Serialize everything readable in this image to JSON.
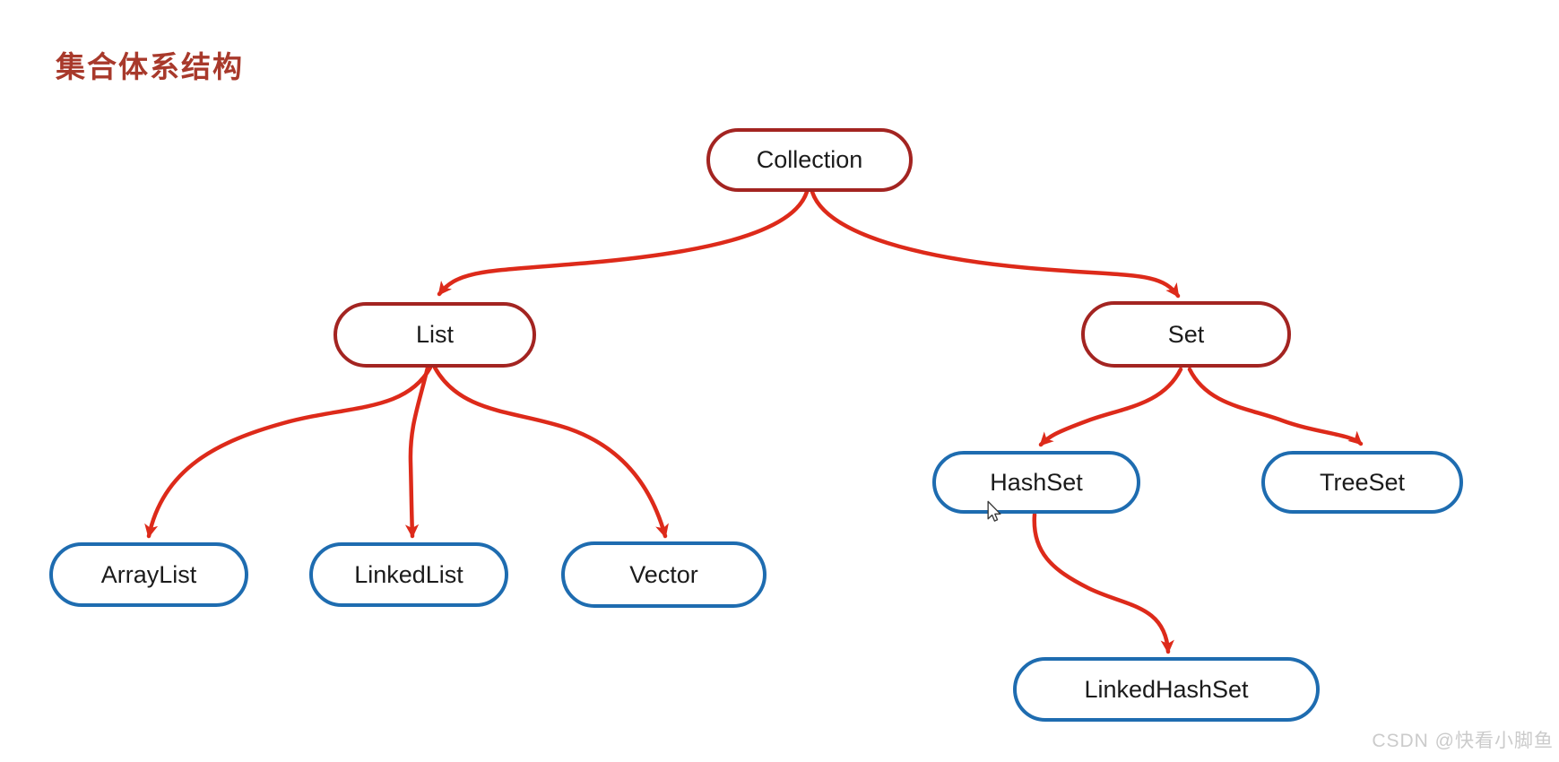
{
  "page": {
    "title_text": "集合体系结构",
    "watermark": "CSDN @快看小脚鱼",
    "background": "#ffffff"
  },
  "colors": {
    "title": "#a8392b",
    "parent_node_border": "#a32421",
    "child_node_border": "#1e6cb0",
    "arrow": "#dd2a1a",
    "node_text": "#1b1b1b",
    "watermark_text": "#cbcbcb"
  },
  "diagram": {
    "type": "tree",
    "nodes": {
      "collection": {
        "label": "Collection",
        "style": "red-parent"
      },
      "list": {
        "label": "List",
        "style": "red-parent"
      },
      "set": {
        "label": "Set",
        "style": "red-parent"
      },
      "arraylist": {
        "label": "ArrayList",
        "style": "blue-child"
      },
      "linkedlist": {
        "label": "LinkedList",
        "style": "blue-child"
      },
      "vector": {
        "label": "Vector",
        "style": "blue-child"
      },
      "hashset": {
        "label": "HashSet",
        "style": "blue-child"
      },
      "treeset": {
        "label": "TreeSet",
        "style": "blue-child"
      },
      "linkedhashset": {
        "label": "LinkedHashSet",
        "style": "blue-child"
      }
    },
    "edges": [
      {
        "from": "Collection",
        "to": "List"
      },
      {
        "from": "Collection",
        "to": "Set"
      },
      {
        "from": "List",
        "to": "ArrayList"
      },
      {
        "from": "List",
        "to": "LinkedList"
      },
      {
        "from": "List",
        "to": "Vector"
      },
      {
        "from": "Set",
        "to": "HashSet"
      },
      {
        "from": "Set",
        "to": "TreeSet"
      },
      {
        "from": "HashSet",
        "to": "LinkedHashSet"
      }
    ]
  }
}
